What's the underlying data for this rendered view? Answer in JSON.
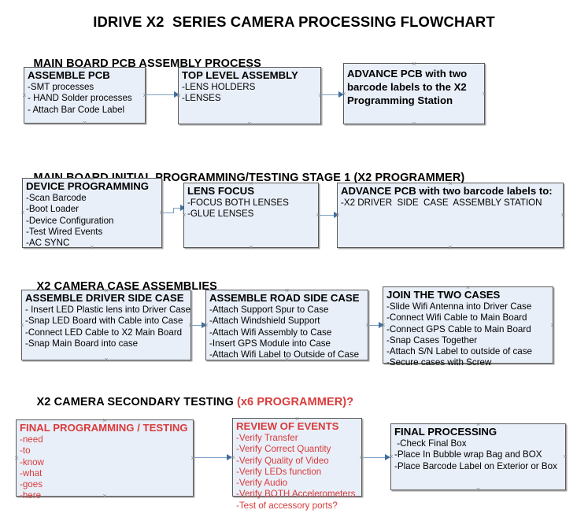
{
  "document": {
    "title": "IDRIVE X2  SERIES CAMERA PROCESSING FLOWCHART"
  },
  "colors": {
    "box_fill": "#e9eff8",
    "box_border": "#595959",
    "connector": "#7b9ec4",
    "arrow": "#3f6f9f",
    "accent_red": "#d93b3b",
    "text": "#000000",
    "background": "#ffffff"
  },
  "sections": [
    {
      "id": "main-board-pcb-assembly-process",
      "heading": "MAIN BOARD PCB ASSEMBLY PROCESS",
      "heading_suffix": "",
      "boxes": [
        {
          "id": "assemble-pcb",
          "header": "ASSEMBLE PCB",
          "lines": [
            "-SMT processes",
            "- HAND Solder processes",
            "- Attach Bar Code Label"
          ]
        },
        {
          "id": "top-level-assembly",
          "header": "TOP LEVEL ASSEMBLY",
          "lines": [
            "-LENS HOLDERS",
            "-LENSES"
          ]
        },
        {
          "id": "advance-pcb-to-x2-programming-station",
          "header": "ADVANCE PCB with two barcode labels to the  X2 Programming Station",
          "lines": []
        }
      ]
    },
    {
      "id": "main-board-initial-programming-testing-stage-1",
      "heading": "MAIN BOARD INITIAL PROGRAMMING/TESTING STAGE 1 (X2 PROGRAMMER)",
      "heading_suffix": "",
      "boxes": [
        {
          "id": "device-programming",
          "header": "DEVICE PROGRAMMING",
          "lines": [
            "-Scan Barcode",
            "-Boot Loader",
            "-Device Configuration",
            "-Test Wired Events",
            "-AC SYNC"
          ]
        },
        {
          "id": "lens-focus",
          "header": "LENS FOCUS",
          "lines": [
            "-FOCUS BOTH LENSES",
            "-GLUE LENSES"
          ]
        },
        {
          "id": "advance-pcb-to-driver-side-case-assembly",
          "header": "ADVANCE PCB with two barcode labels to:",
          "lines": [
            "-X2 DRIVER  SIDE  CASE  ASSEMBLY STATION"
          ]
        }
      ]
    },
    {
      "id": "x2-camera-case-assemblies",
      "heading": "X2 CAMERA CASE ASSEMBLIES",
      "heading_suffix": "",
      "boxes": [
        {
          "id": "assemble-driver-side-case",
          "header": "ASSEMBLE DRIVER SIDE CASE",
          "lines": [
            "- Insert LED Plastic lens into Driver Case",
            "-Snap LED Board with Cable into Case",
            "-Connect LED Cable to X2 Main Board",
            "-Snap Main Board into case"
          ]
        },
        {
          "id": "assemble-road-side-case",
          "header": "ASSEMBLE ROAD SIDE CASE",
          "lines": [
            "-Attach Support Spur to Case",
            "-Attach Windshield Support",
            "-Attach Wifi Assembly to Case",
            "-Insert GPS Module into Case",
            "-Attach Wifi Label to Outside of Case"
          ]
        },
        {
          "id": "join-the-two-cases",
          "header": "JOIN THE TWO CASES",
          "lines": [
            "-Slide Wifi Antenna into Driver Case",
            "-Connect Wifi Cable to Main Board",
            "-Connect GPS Cable to Main Board",
            "-Snap Cases Together",
            "-Attach S/N Label to outside of case",
            "-Secure cases with Screw"
          ]
        }
      ]
    },
    {
      "id": "x2-camera-secondary-testing",
      "heading": "X2 CAMERA SECONDARY TESTING ",
      "heading_suffix": "(x6 PROGRAMMER)?",
      "boxes": [
        {
          "id": "final-programming-testing",
          "header": "FINAL PROGRAMMING / TESTING",
          "lines": [
            "-need",
            "-to",
            "-know",
            "-what",
            "-goes",
            "-here"
          ]
        },
        {
          "id": "review-of-events",
          "header": "REVIEW OF EVENTS",
          "lines": [
            "-Verify Transfer",
            "-Verify Correct Quantity",
            "-Verify Quality of Video",
            "-Verify LEDs function",
            "-Verify Audio",
            "-Verify BOTH Accelerometers",
            "-Test of accessory ports?"
          ]
        },
        {
          "id": "final-processing",
          "header": "FINAL PROCESSING",
          "lines": [
            " -Check Final Box",
            "-Place In Bubble wrap Bag and BOX",
            "-Place Barcode Label on Exterior or Box"
          ]
        }
      ]
    }
  ]
}
